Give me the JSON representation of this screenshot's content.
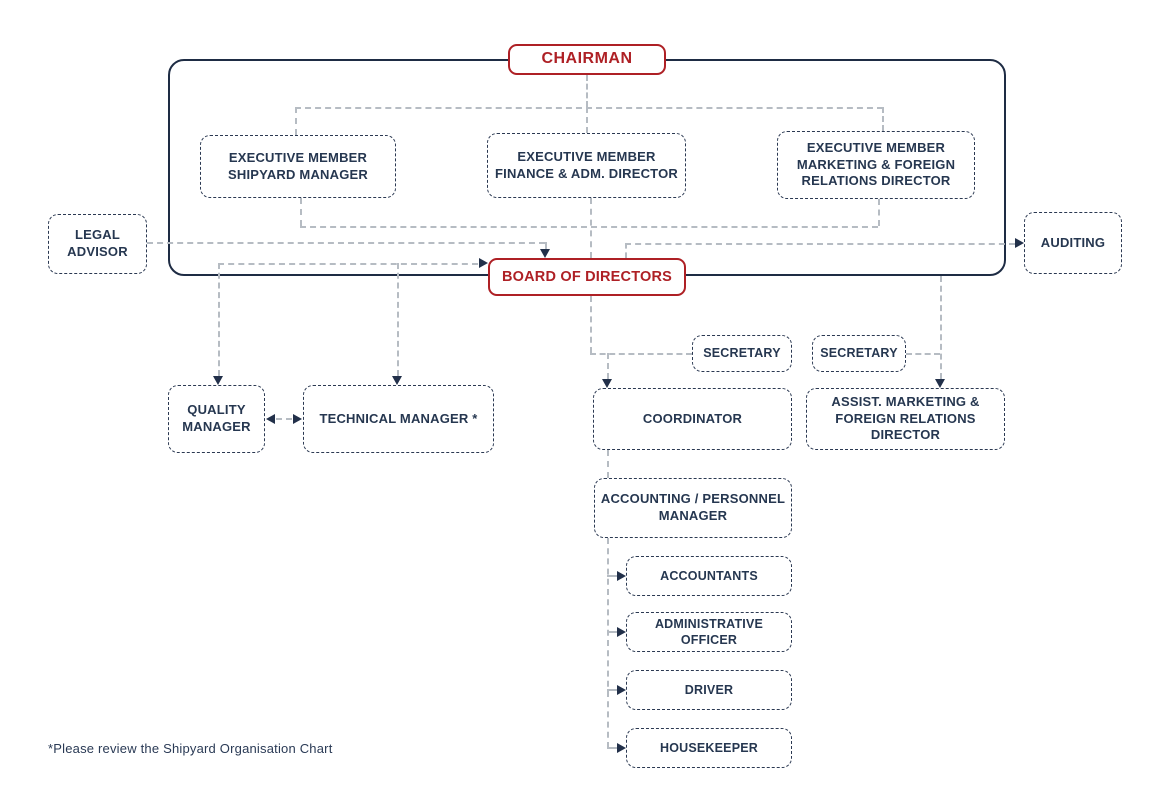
{
  "diagram": {
    "type": "org-chart",
    "colors": {
      "accent_red": "#ae2025",
      "navy": "#22304a",
      "connector_gray": "#b6bcc3"
    },
    "nodes": {
      "chairman": {
        "label": "CHAIRMAN"
      },
      "exec_shipyard": {
        "label": "EXECUTIVE MEMBER\nSHIPYARD MANAGER"
      },
      "exec_finance": {
        "label": "EXECUTIVE MEMBER\nFINANCE & ADM. DIRECTOR"
      },
      "exec_marketing": {
        "label": "EXECUTIVE MEMBER\nMARKETING & FOREIGN\nRELATIONS DIRECTOR"
      },
      "legal_advisor": {
        "label": "LEGAL\nADVISOR"
      },
      "auditing": {
        "label": "AUDITING"
      },
      "board": {
        "label": "BOARD OF DIRECTORS"
      },
      "secretary_left": {
        "label": "SECRETARY"
      },
      "secretary_right": {
        "label": "SECRETARY"
      },
      "quality_manager": {
        "label": "QUALITY\nMANAGER"
      },
      "technical_manager": {
        "label": "TECHNICAL MANAGER *"
      },
      "coordinator": {
        "label": "COORDINATOR"
      },
      "assist_marketing": {
        "label": "ASSIST. MARKETING &\nFOREIGN RELATIONS\nDIRECTOR"
      },
      "accounting_manager": {
        "label": "ACCOUNTING / PERSONNEL\nMANAGER"
      },
      "accountants": {
        "label": "ACCOUNTANTS"
      },
      "administrative_officer": {
        "label": "ADMINISTRATIVE OFFICER"
      },
      "driver": {
        "label": "DRIVER"
      },
      "housekeeper": {
        "label": "HOUSEKEEPER"
      }
    },
    "edges": [
      {
        "from": "chairman",
        "to": "exec_shipyard"
      },
      {
        "from": "chairman",
        "to": "exec_finance"
      },
      {
        "from": "chairman",
        "to": "exec_marketing"
      },
      {
        "from": "exec_shipyard",
        "to": "board"
      },
      {
        "from": "exec_finance",
        "to": "board"
      },
      {
        "from": "exec_marketing",
        "to": "board"
      },
      {
        "from": "legal_advisor",
        "to": "board"
      },
      {
        "from": "board",
        "to": "auditing"
      },
      {
        "from": "board",
        "to": "quality_manager"
      },
      {
        "from": "board",
        "to": "technical_manager"
      },
      {
        "from": "quality_manager",
        "to": "technical_manager",
        "style": "double-arrow"
      },
      {
        "from": "board",
        "to": "coordinator",
        "via": "secretary_left"
      },
      {
        "from": "board",
        "to": "assist_marketing",
        "via": "secretary_right"
      },
      {
        "from": "coordinator",
        "to": "accounting_manager"
      },
      {
        "from": "accounting_manager",
        "to": "accountants"
      },
      {
        "from": "accounting_manager",
        "to": "administrative_officer"
      },
      {
        "from": "accounting_manager",
        "to": "driver"
      },
      {
        "from": "accounting_manager",
        "to": "housekeeper"
      }
    ],
    "footnote": "*Please review the Shipyard Organisation Chart"
  }
}
